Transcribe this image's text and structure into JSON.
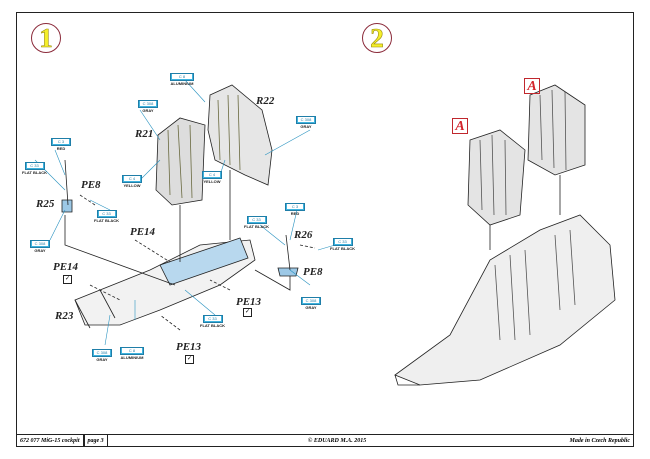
{
  "steps": [
    {
      "number": "1"
    },
    {
      "number": "2"
    }
  ],
  "step1": {
    "part_labels": {
      "R21": "R21",
      "R22": "R22",
      "R23": "R23",
      "R25": "R25",
      "R26": "R26",
      "PE8a": "PE8",
      "PE8b": "PE8",
      "PE14a": "PE14",
      "PE14b": "PE14",
      "PE13a": "PE13",
      "PE13b": "PE13"
    },
    "paints": [
      {
        "code": "C 8",
        "color": "ALUMINIUM"
      },
      {
        "code": "C 308",
        "color": "GRAY"
      },
      {
        "code": "C 308",
        "color": "GRAY"
      },
      {
        "code": "C 4",
        "color": "YELLOW"
      },
      {
        "code": "C 4",
        "color": "YELLOW"
      },
      {
        "code": "C 3",
        "color": "RED"
      },
      {
        "code": "C 33",
        "color": "FLAT BLACK"
      },
      {
        "code": "C 33",
        "color": "FLAT BLACK"
      },
      {
        "code": "C 308",
        "color": "GRAY"
      },
      {
        "code": "C 3",
        "color": "RED"
      },
      {
        "code": "C 33",
        "color": "FLAT BLACK"
      },
      {
        "code": "C 33",
        "color": "FLAT BLACK"
      },
      {
        "code": "C 308",
        "color": "GRAY"
      },
      {
        "code": "C 33",
        "color": "FLAT BLACK"
      },
      {
        "code": "C 8",
        "color": "ALUMINIUM"
      },
      {
        "code": "C 308",
        "color": "GRAY"
      }
    ],
    "paint_accent": "#3fb3de"
  },
  "step2": {
    "ref_a": "A",
    "ref_b": "A",
    "ref_color": "#d3232b"
  },
  "footer": {
    "kit": "672 077  MiG-15 cockpit",
    "page": "page 3",
    "copyright": "© EDUARD  M.A. 2015",
    "origin": "Made in Czech Republic"
  }
}
